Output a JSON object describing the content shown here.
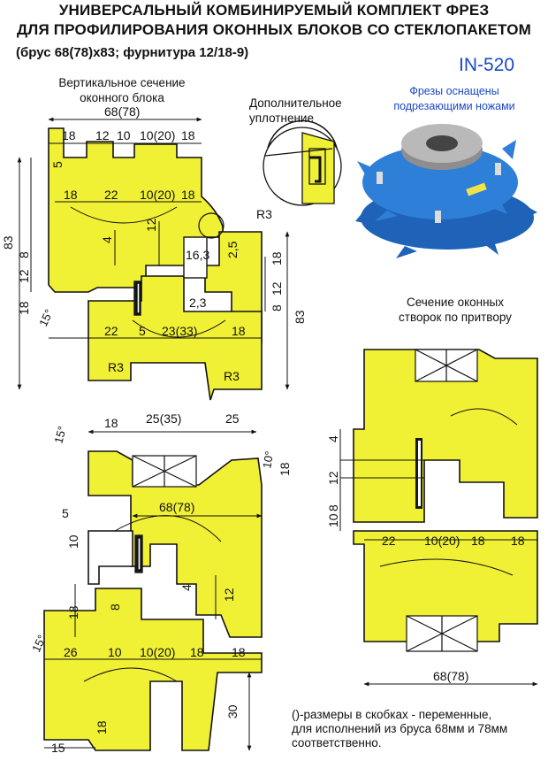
{
  "header": {
    "title_line1": "УНИВЕРСАЛЬНЫЙ КОМБИНИРУЕМЫЙ КОМПЛЕКТ ФРЕЗ",
    "title_line2": "ДЛЯ ПРОФИЛИРОВАНИЯ ОКОННЫХ БЛОКОВ СО СТЕКЛОПАКЕТОМ",
    "spec": "(брус 68(78)х83; фурнитура 12/18-9)",
    "code": "IN-520"
  },
  "labels": {
    "vertical_section_line1": "Вертикальное сечение",
    "vertical_section_line2": "оконного блока",
    "extra_seal_line1": "Дополнительное",
    "extra_seal_line2": "уплотнение",
    "photo_caption_line1": "Фрезы оснащены",
    "photo_caption_line2": "подрезающими ножами",
    "sash_section_line1": "Сечение оконных",
    "sash_section_line2": "створок по притвору",
    "note_line1": "()-размеры в скобках - переменные,",
    "note_line2": "для исполнений из бруса 68мм и 78мм",
    "note_line3": "соответственно."
  },
  "dimensions": {
    "top_width": "68(78)",
    "d18": "18",
    "d12": "12",
    "d10": "10",
    "d10_20": "10(20)",
    "d22": "22",
    "d83": "83",
    "d8": "8",
    "d4": "4",
    "d5": "5",
    "d16_3": "16,3",
    "d2_5": "2,5",
    "d2_3": "2,3",
    "d23_33": "23(33)",
    "d25_35": "25(35)",
    "d25": "25",
    "d26": "26",
    "d30": "30",
    "d15": "15",
    "r3": "R3",
    "deg15": "15°",
    "deg10": "10°"
  },
  "colors": {
    "profile_fill": "#f0f035",
    "outline": "#111111",
    "brand_blue": "#1a48c8",
    "cutter_blue": "#2e7fd8",
    "hub_grey": "#b9b9b9"
  }
}
